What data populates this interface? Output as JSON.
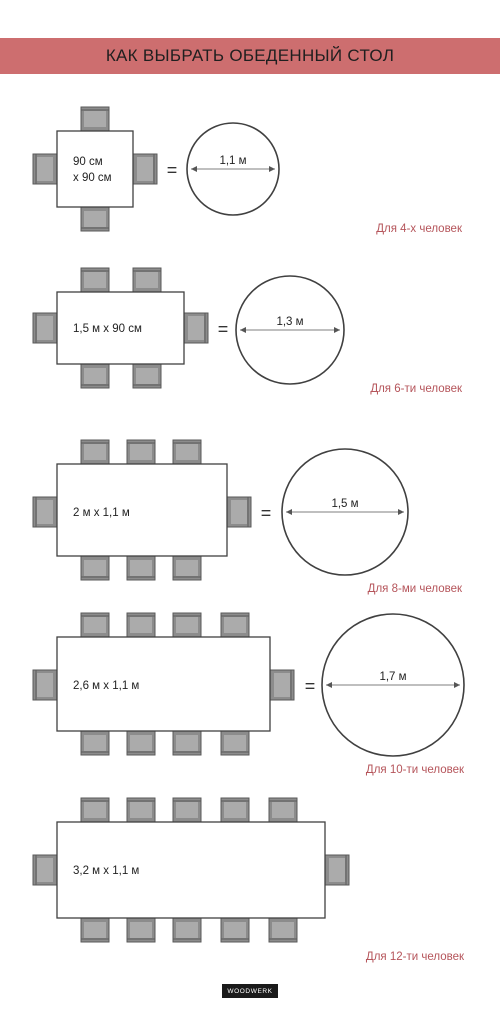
{
  "header": {
    "title": "КАК ВЫБРАТЬ ОБЕДЕННЫЙ СТОЛ"
  },
  "brand": {
    "label": "WOODWERK"
  },
  "colors": {
    "accent": "#cd6e6f",
    "chair_fill": "#8c8c8c",
    "chair_inner": "#ababab",
    "outline": "#5a5a5a",
    "table_stroke": "#404040",
    "caption": "#b5545a"
  },
  "equals_sign": "=",
  "tables": [
    {
      "size_lines": [
        "90 см",
        "х 90 см"
      ],
      "round_diameter": "1,1 м",
      "caption": "Для 4-х человек",
      "chairs_per_long_side": 1,
      "shape": "square"
    },
    {
      "size_lines": [
        "1,5 м х 90 см"
      ],
      "round_diameter": "1,3 м",
      "caption": "Для 6-ти человек",
      "chairs_per_long_side": 2,
      "shape": "rectangle"
    },
    {
      "size_lines": [
        "2 м х 1,1 м"
      ],
      "round_diameter": "1,5 м",
      "caption": "Для 8-ми человек",
      "chairs_per_long_side": 3,
      "shape": "rectangle"
    },
    {
      "size_lines": [
        "2,6 м х 1,1 м"
      ],
      "round_diameter": "1,7 м",
      "caption": "Для 10-ти человек",
      "chairs_per_long_side": 4,
      "shape": "rectangle"
    },
    {
      "size_lines": [
        "3,2 м х 1,1 м"
      ],
      "round_diameter": "",
      "caption": "Для 12-ти человек",
      "chairs_per_long_side": 5,
      "shape": "rectangle"
    }
  ]
}
